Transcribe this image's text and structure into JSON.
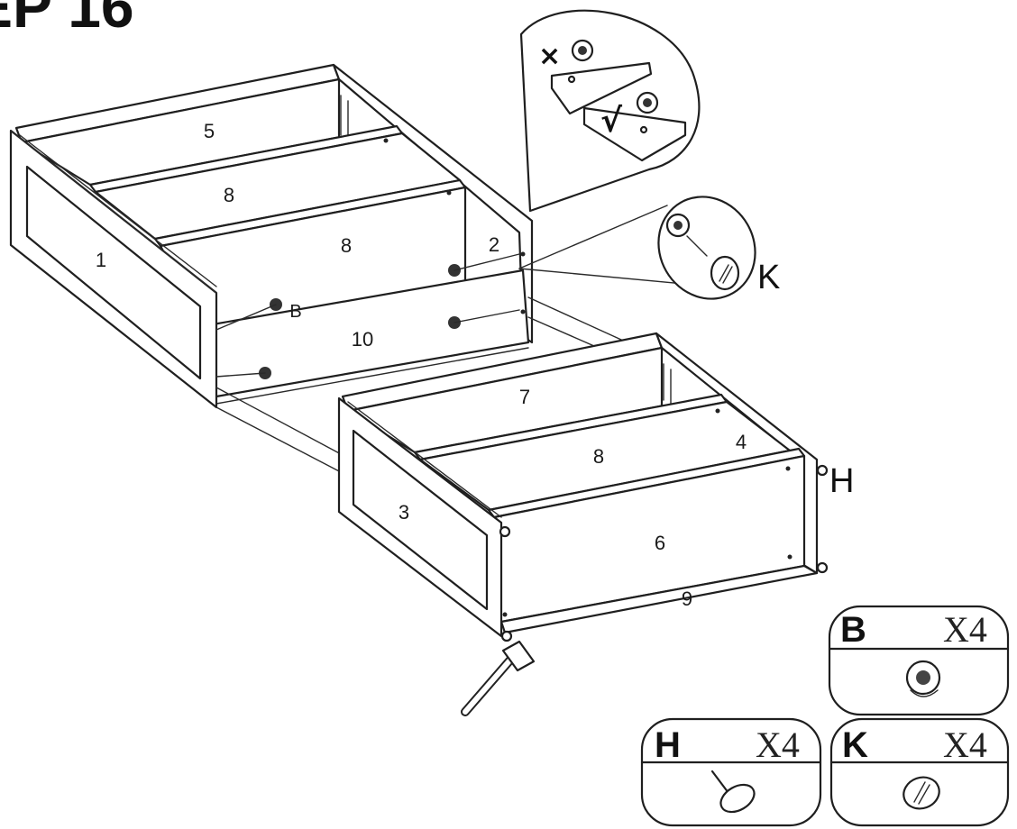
{
  "step_title": "EP 16",
  "panels": {
    "p1": "1",
    "p2": "2",
    "p3": "3",
    "p4": "4",
    "p5": "5",
    "p6": "6",
    "p7": "7",
    "p8a": "8",
    "p8b": "8",
    "p8c": "8",
    "p9": "9",
    "p10": "10"
  },
  "hardware_labels": {
    "B": "B",
    "H": "H",
    "K": "K"
  },
  "detail": {
    "wrong_mark": "×",
    "right_mark": "√"
  },
  "hardware_boxes": [
    {
      "letter": "B",
      "quantity": "X4",
      "icon": "cam-lock-icon"
    },
    {
      "letter": "H",
      "quantity": "X4",
      "icon": "nail-glide-icon"
    },
    {
      "letter": "K",
      "quantity": "X4",
      "icon": "screw-cover-cap-icon"
    }
  ]
}
